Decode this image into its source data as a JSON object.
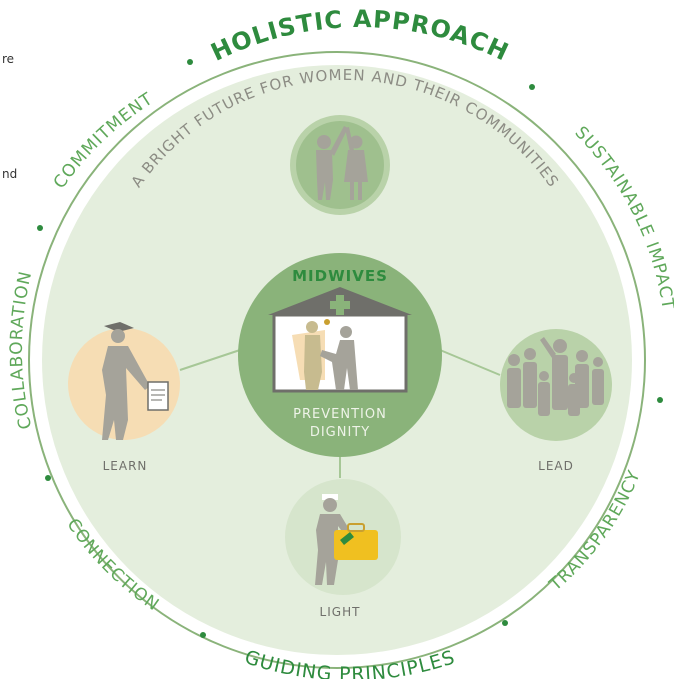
{
  "edge_fragments": [
    "re",
    "nd"
  ],
  "outer_ring": {
    "top": "HOLISTIC APPROACH",
    "bottom": "GUIDING PRINCIPLES",
    "values": [
      "COMMITMENT",
      "SUSTAINABLE IMPACT",
      "COLLABORATION",
      "TRANSPARENCY",
      "CONNECTION"
    ]
  },
  "inner_arc": "A BRIGHT FUTURE FOR WOMEN AND THEIR COMMUNITIES",
  "center": {
    "title": "MIDWIVES",
    "line1": "PREVENTION",
    "line2": "DIGNITY"
  },
  "nodes": {
    "learn": "LEARN",
    "lead": "LEAD",
    "light": "LIGHT"
  },
  "colors": {
    "dark_green": "#2e8b3e",
    "mid_green": "#8ab37a",
    "light_green": "#d6e5cc",
    "inner_bg": "#e4eedd",
    "gray_figure": "#a5a39a",
    "peach": "#f6ddb4",
    "yellow": "#f0c020"
  }
}
